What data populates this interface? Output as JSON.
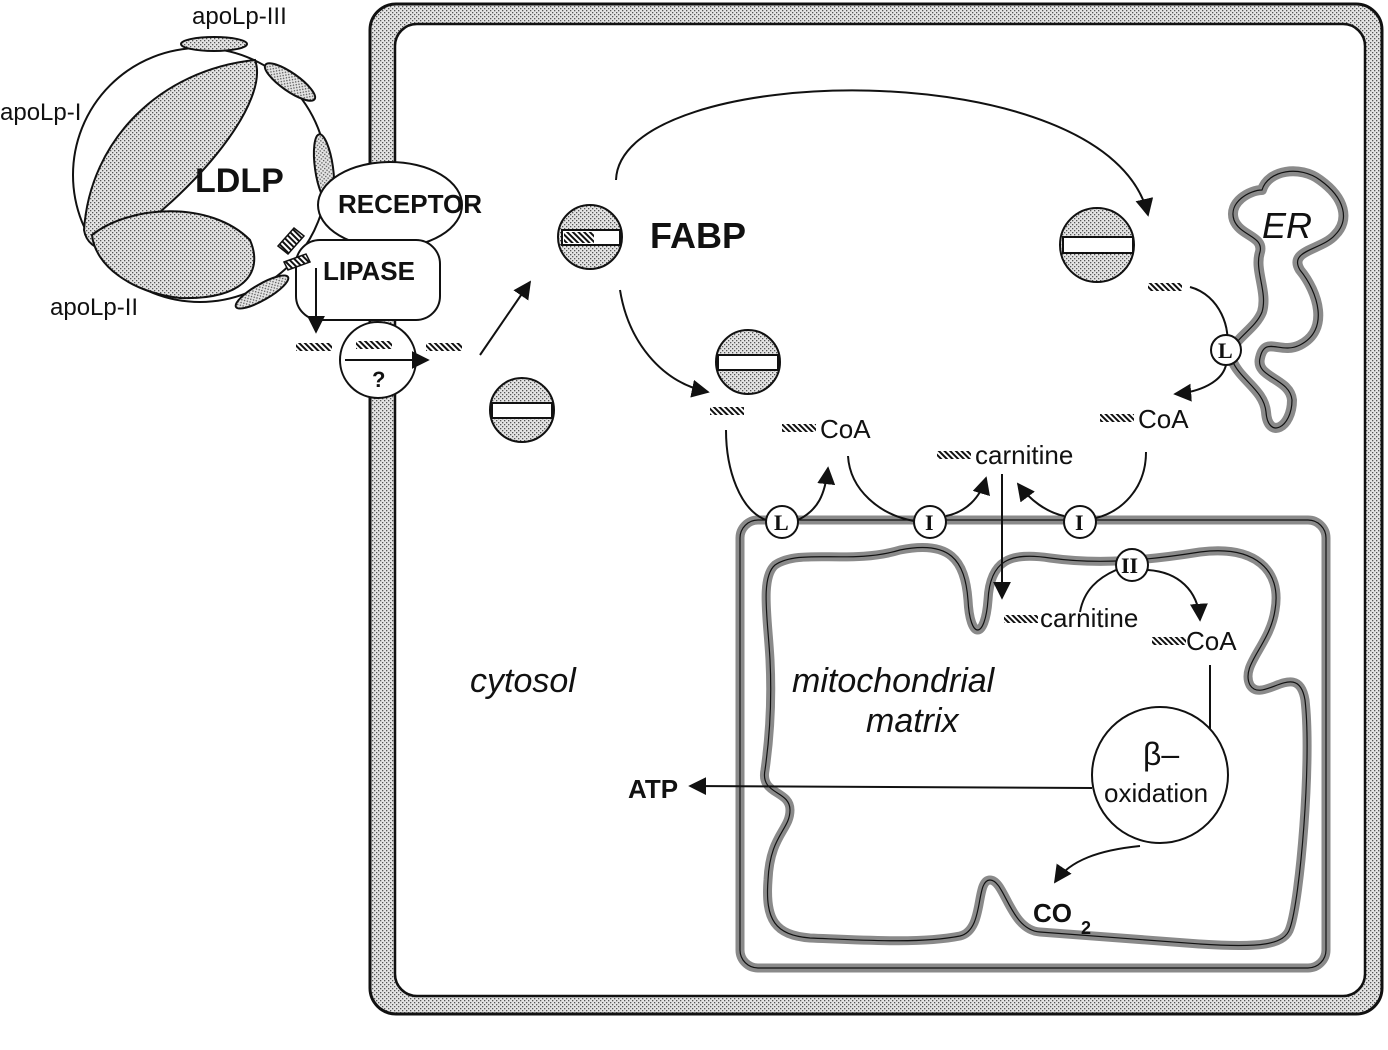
{
  "labels": {
    "apolp_iii": "apoLp-III",
    "apolp_i": "apoLp-I",
    "apolp_ii": "apoLp-II",
    "ldlp": "LDLP",
    "receptor": "RECEPTOR",
    "lipase": "LIPASE",
    "question": "?",
    "fabp": "FABP",
    "er": "ER",
    "coa": "CoA",
    "coa_prefix": "∕∕∕∕",
    "carnitine": "carnitine",
    "enzyme_l": "L",
    "enzyme_i": "I",
    "enzyme_ii": "II",
    "cytosol": "cytosol",
    "mito_line1": "mitochondrial",
    "mito_line2": "matrix",
    "beta": "β–",
    "oxidation": "oxidation",
    "atp": "ATP",
    "co2": "CO",
    "co2_sub": "2"
  },
  "colors": {
    "membrane_fill": "#a9a9a9",
    "stipple": "#bdbdbd",
    "line": "#111111"
  }
}
